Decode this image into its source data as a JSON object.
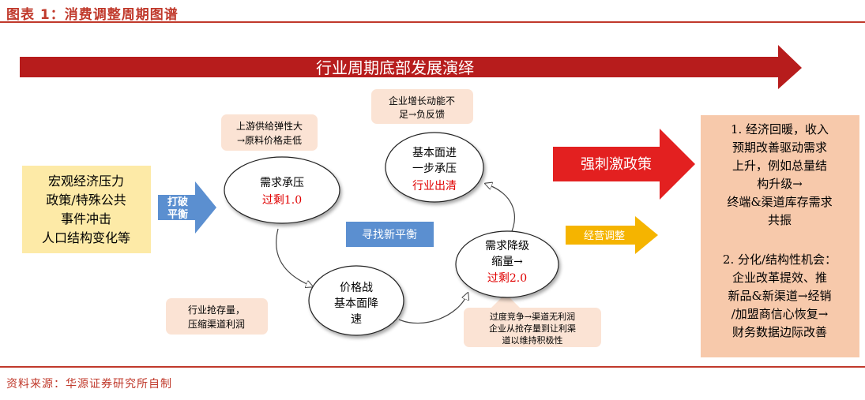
{
  "figure_title": "图表 1：消费调整周期图谱",
  "banner": "行业周期底部发展演绎",
  "left_box": [
    "宏观经济压力",
    "政策/特殊公共",
    "事件冲击",
    "人口结构变化等"
  ],
  "arrow_break": [
    "打破",
    "平衡"
  ],
  "callouts": {
    "upstream": [
      "上游供给弹性大",
      "→原料价格走低"
    ],
    "enterprise": [
      "企业增长动能不",
      "足→负反馈"
    ],
    "hoarding": [
      "行业抢存量，",
      "压缩渠道利润"
    ],
    "competition": [
      "过度竞争→渠道无利润",
      "企业从抢存量到让利渠",
      "道以维持积极性"
    ]
  },
  "cycle": {
    "demand": {
      "l1": "需求承压",
      "l2": "过剩1.0"
    },
    "price": {
      "l1": "价格战",
      "l2": "基本面降",
      "l3": "速"
    },
    "downgrade": {
      "l1": "需求降级",
      "l2": "缩量→",
      "l3": "过剩2.0"
    },
    "fundamentals": {
      "l1": "基本面进",
      "l2": "一步承压",
      "l3": "行业出清"
    }
  },
  "center_label": "寻找新平衡",
  "stimulus": "强刺激政策",
  "operation": "经营调整",
  "right_box": {
    "p1": [
      "1. 经济回暖，收入",
      "预期改善驱动需求",
      "上升，例如总量结",
      "构升级→",
      "终端&渠道库存需求",
      "共振"
    ],
    "p2": [
      "2. 分化/结构性机会：",
      "企业改革提效、推",
      "新品&新渠道→经销",
      "/加盟商信心恢复→",
      "财务数据边际改善"
    ]
  },
  "source": "资料来源：华源证券研究所自制",
  "colors": {
    "accent_red": "#c0392b",
    "banner_red": "#b71c1c",
    "left_box_fill": "#fdeaa7",
    "callout_fill": "#fbe3d4",
    "right_box_fill": "#f7c9ab",
    "blue": "#5b8fd0",
    "orange": "#f5b400",
    "red_text": "#e00000"
  }
}
